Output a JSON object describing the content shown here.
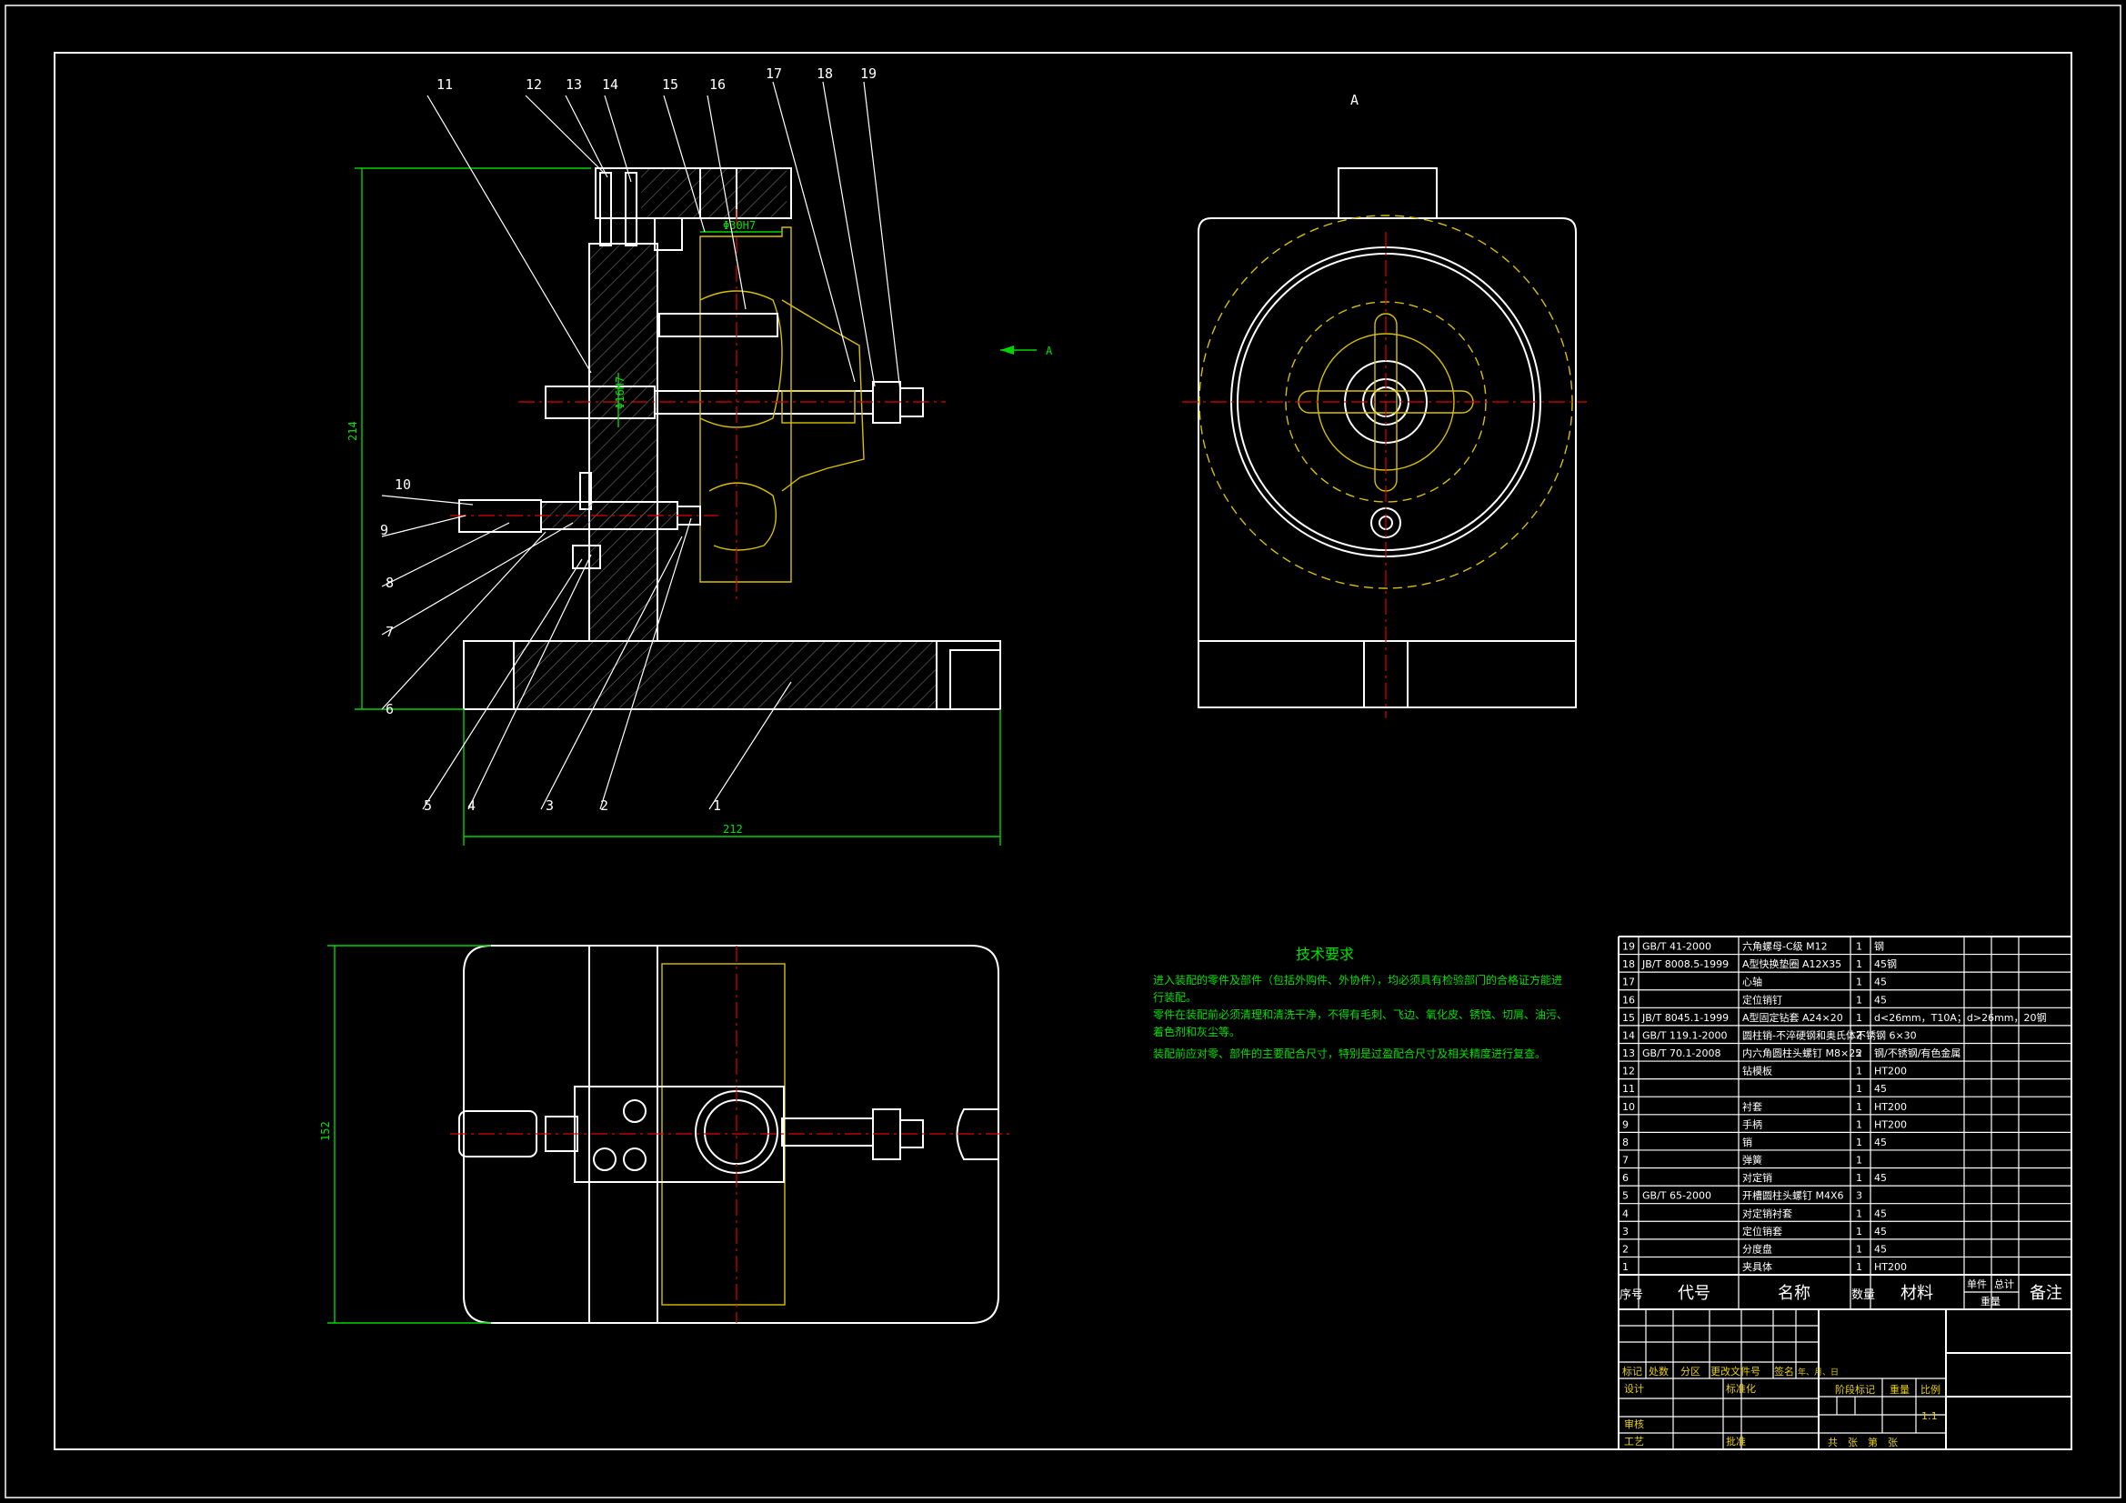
{
  "view_label": "A",
  "section_arrow_label": "A",
  "dimensions": {
    "height": "214",
    "width": "212",
    "plan_height": "152",
    "bore1": "Φ30H7",
    "bore2": "Φ16H7"
  },
  "balloons": [
    "11",
    "12",
    "13",
    "14",
    "15",
    "16",
    "17",
    "18",
    "19",
    "10",
    "9",
    "8",
    "7",
    "6",
    "5",
    "4",
    "3",
    "2",
    "1"
  ],
  "tech_requirements": {
    "title": "技术要求",
    "lines": [
      "进入装配的零件及部件（包括外购件、外协件），均必须具有检验部门的合格证方能进",
      "行装配。",
      "零件在装配前必须清理和清洗干净，不得有毛刺、飞边、氧化皮、锈蚀、切屑、油污、",
      "着色剂和灰尘等。",
      "装配前应对零、部件的主要配合尺寸，特别是过盈配合尺寸及相关精度进行复查。"
    ]
  },
  "bom": {
    "rows": [
      {
        "no": "19",
        "code": "GB/T 41-2000",
        "name": "六角螺母-C级 M12",
        "qty": "1",
        "mat": "钢"
      },
      {
        "no": "18",
        "code": "JB/T 8008.5-1999",
        "name": "A型快换垫圈 A12X35",
        "qty": "1",
        "mat": "45钢"
      },
      {
        "no": "17",
        "code": "",
        "name": "心轴",
        "qty": "1",
        "mat": "45"
      },
      {
        "no": "16",
        "code": "",
        "name": "定位销钉",
        "qty": "1",
        "mat": "45"
      },
      {
        "no": "15",
        "code": "JB/T 8045.1-1999",
        "name": "A型固定钻套 A24×20",
        "qty": "1",
        "mat": "d<26mm，T10A；d>26mm，20钢"
      },
      {
        "no": "14",
        "code": "GB/T 119.1-2000",
        "name": "圆柱销-不淬硬钢和奥氏体不锈钢 6×30",
        "qty": "2",
        "mat": ""
      },
      {
        "no": "13",
        "code": "GB/T 70.1-2008",
        "name": "内六角圆柱头螺钉 M8×25",
        "qty": "2",
        "mat": "钢/不锈钢/有色金属"
      },
      {
        "no": "12",
        "code": "",
        "name": "钻模板",
        "qty": "1",
        "mat": "HT200"
      },
      {
        "no": "11",
        "code": "",
        "name": "",
        "qty": "1",
        "mat": "45"
      },
      {
        "no": "10",
        "code": "",
        "name": "衬套",
        "qty": "1",
        "mat": "HT200"
      },
      {
        "no": "9",
        "code": "",
        "name": "手柄",
        "qty": "1",
        "mat": "HT200"
      },
      {
        "no": "8",
        "code": "",
        "name": "销",
        "qty": "1",
        "mat": "45"
      },
      {
        "no": "7",
        "code": "",
        "name": "弹簧",
        "qty": "1",
        "mat": ""
      },
      {
        "no": "6",
        "code": "",
        "name": "对定销",
        "qty": "1",
        "mat": "45"
      },
      {
        "no": "5",
        "code": "GB/T 65-2000",
        "name": "开槽圆柱头螺钉 M4X6",
        "qty": "3",
        "mat": ""
      },
      {
        "no": "4",
        "code": "",
        "name": "对定销衬套",
        "qty": "1",
        "mat": "45"
      },
      {
        "no": "3",
        "code": "",
        "name": "定位销套",
        "qty": "1",
        "mat": "45"
      },
      {
        "no": "2",
        "code": "",
        "name": "分度盘",
        "qty": "1",
        "mat": "45"
      },
      {
        "no": "1",
        "code": "",
        "name": "夹具体",
        "qty": "1",
        "mat": "HT200"
      }
    ],
    "header": {
      "no": "序号",
      "code": "代号",
      "name": "名称",
      "qty": "数量",
      "mat": "材料",
      "unit_weight": "单件",
      "total_weight": "总计",
      "weight": "重量",
      "remark": "备注"
    }
  },
  "title_block": {
    "mark": "标记",
    "count": "处数",
    "zone": "分区",
    "doc": "更改文件号",
    "sign": "签名",
    "date": "年、月、日",
    "design": "设计",
    "standard": "标准化",
    "stage": "阶段标记",
    "weight": "重量",
    "scale": "比例",
    "scale_value": "1:1",
    "review": "审核",
    "process": "工艺",
    "approve": "批准",
    "sheets": "共　张　第　张"
  },
  "colors": {
    "background": "#000000",
    "outline": "#ffffff",
    "dimension": "#00d400",
    "detail": "#d8c000",
    "center": "#e00000",
    "text_green": "#00e000"
  }
}
